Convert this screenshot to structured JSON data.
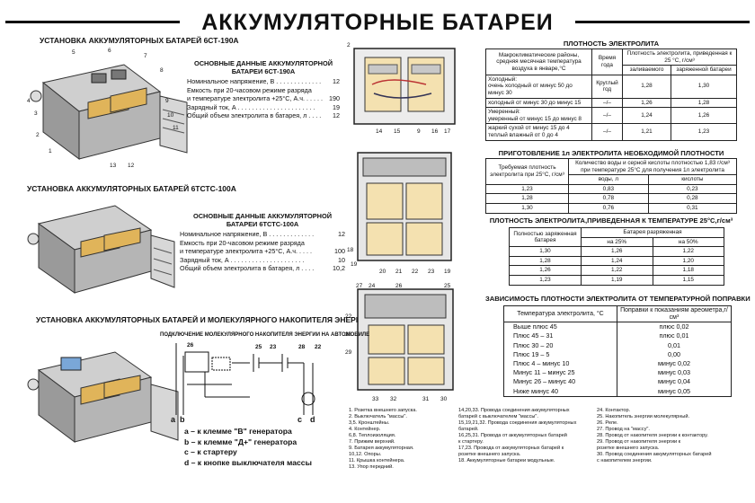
{
  "title": "АККУМУЛЯТОРНЫЕ БАТАРЕИ",
  "sections": {
    "s1": "УСТАНОВКА АККУМУЛЯТОРНЫХ БАТАРЕЙ  6СТ-190А",
    "s2": "УСТАНОВКА АККУМУЛЯТОРНЫХ БАТАРЕЙ 6ТСТС-100А",
    "s3": "УСТАНОВКА АККУМУЛЯТОРНЫХ БАТАРЕЙ И МОЛЕКУЛЯРНОГО НАКОПИТЕЛЯ ЭНЕРГИИ"
  },
  "spec1": {
    "head1": "ОСНОВНЫЕ ДАННЫЕ АККУМУЛЯТОРНОЙ",
    "head2": "БАТАРЕИ 6СТ-190А",
    "rows": [
      {
        "label": "Номинальное напряжение, В . . . . . . . . . . . . .",
        "value": "12"
      },
      {
        "label": "Емкость при 20-часовом режиме разряда",
        "value": ""
      },
      {
        "label": "и температуре электролита +25°С, А.ч. . . . . .",
        "value": "190"
      },
      {
        "label": "Зарядный ток, А . . . . . . . . . . . . . . . . . . . . . .",
        "value": "19"
      },
      {
        "label": "Общий объем электролита в батарея, л . . . .",
        "value": "12"
      }
    ]
  },
  "spec2": {
    "head1": "ОСНОВНЫЕ ДАННЫЕ АККУМУЛЯТОРНОЙ",
    "head2": "БАТАРЕИ 6ТСТС-100А",
    "rows": [
      {
        "label": "Номинальное напряжение, В . . . . . . . . . . . . .",
        "value": "12"
      },
      {
        "label": "Емкость при 20-часовом режиме разряда",
        "value": ""
      },
      {
        "label": "и температуре электролита +25°С, А.ч. . . . .",
        "value": "100"
      },
      {
        "label": "Зарядный ток, А . . . . . . . . . . . . . . . . . . . . .",
        "value": "10"
      },
      {
        "label": "Общий объем электролита в батарея, л . . . .",
        "value": "10,2"
      }
    ]
  },
  "density": {
    "title": "ПЛОТНОСТЬ  ЭЛЕКТРОЛИТА",
    "h_regions": "Макроклиматические районы, средняя месячная температура воздуха в январе,°С",
    "h_season": "Время года",
    "h_density": "Плотность электролита, приведенная к 25 °С, г/см³",
    "h_fill": "заливаемого",
    "h_charged": "заряженной батареи",
    "rows": [
      {
        "region": "Холодный:\nочень холодный от минус 50 до минус 30",
        "season": "Круглый год",
        "fill": "1,28",
        "charged": "1,30"
      },
      {
        "region": "холодный от минус 30 до минус 15",
        "season": "–/–",
        "fill": "1,26",
        "charged": "1,28"
      },
      {
        "region": "Умеренный:\nумеренный от минус 15 до минус 8",
        "season": "–/–",
        "fill": "1,24",
        "charged": "1,26"
      },
      {
        "region": "жаркий сухой от минус 15 до 4\nтеплый влажный от 0 до 4",
        "season": "–/–",
        "fill": "1,21",
        "charged": "1,23"
      }
    ]
  },
  "prep": {
    "title": "ПРИГОТОВЛЕНИЕ 1л ЭЛЕКТРОЛИТА НЕОБХОДИМОЙ ПЛОТНОСТИ",
    "h_req": "Требуемая плотность электролита при 25°С, г/см³",
    "h_qty": "Количество воды и серной кислоты плотностью 1,83 г/см³ при температуре  25°С для получения 1л электролита",
    "h_water": "воды, л",
    "h_acid": "кислоты",
    "rows": [
      {
        "req": "1,23",
        "water": "0,83",
        "acid": "0,23"
      },
      {
        "req": "1,28",
        "water": "0,78",
        "acid": "0,28"
      },
      {
        "req": "1,30",
        "water": "0,76",
        "acid": "0,31"
      }
    ]
  },
  "density25": {
    "title": "ПЛОТНОСТЬ ЭЛЕКТРОЛИТА,ПРИВЕДЕННАЯ К ТЕМПЕРАТУРЕ 25°С,г/см³",
    "h_full": "Полностью заряженная батарея",
    "h_disch": "Батарея разряженная",
    "h_25": "на 25%",
    "h_50": "на 50%",
    "rows": [
      {
        "full": "1,30",
        "p25": "1,26",
        "p50": "1,22"
      },
      {
        "full": "1,28",
        "p25": "1,24",
        "p50": "1,20"
      },
      {
        "full": "1,26",
        "p25": "1,22",
        "p50": "1,18"
      },
      {
        "full": "1,23",
        "p25": "1,19",
        "p50": "1,15"
      }
    ]
  },
  "tempcorr": {
    "title": "ЗАВИСИМОСТЬ ПЛОТНОСТИ ЭЛЕКТРОЛИТА ОТ ТЕМПЕРАТУРНОЙ ПОПРАВКИ",
    "h_temp": "Температура электролита, °С",
    "h_corr": "Поправки к показаниям ареометра,г/см³",
    "rows": [
      {
        "temp": "Выше плюс  45",
        "corr": "плюс  0,02"
      },
      {
        "temp": "Плюс  45 – 31",
        "corr": "плюс  0,01"
      },
      {
        "temp": "Плюс  30 – 20",
        "corr": "0,01"
      },
      {
        "temp": "Плюс  19 – 5",
        "corr": "0,00"
      },
      {
        "temp": "Плюс  4  –  минус  10",
        "corr": "минус  0,02"
      },
      {
        "temp": "Минус  11  –  минус  25",
        "corr": "минус  0,03"
      },
      {
        "temp": "Минус  26  –  минус  40",
        "corr": "минус  0,04"
      },
      {
        "temp": "Ниже минус  40",
        "corr": "минус  0,05"
      }
    ]
  },
  "wiring": {
    "title": "ПОДКЛЮЧЕНИЕ МОЛЕКУЛЯРНОГО НАКОПИТЕЛЯ ЭНЕРГИИ НА АВТОМОБИЛЕ",
    "a": "a",
    "b": "b",
    "c": "c",
    "d": "d",
    "n1": "26",
    "n2": "25",
    "n3": "23",
    "n4": "28",
    "n5": "22"
  },
  "legend": [
    "a – к клемме \"В\" генератора",
    "b – к клемме \"Д+\" генератора",
    "c – к стартеру",
    "d – к кнопке выключателя массы"
  ],
  "parts_col1": [
    "1. Розетка внешнего запуска.",
    "2. Выключатель \"массы\".",
    "3,5. Кронштейны.",
    "4. Контейнер.",
    "6,8. Теплоизоляция.",
    "7. Прижим верхний.",
    "9. Батарея аккумуляторная.",
    "10,12. Опоры.",
    "11. Крышка контейнера.",
    "13. Упор передний."
  ],
  "parts_col2": [
    "14,20,33. Провода соединения аккумуляторных",
    "      батарей с выключателем \"массы\".",
    "15,19,21,32. Провода соединения аккумуляторных",
    "      батарей.",
    "16,25,31. Провода от аккумуляторных батарей",
    "      к стартеру.",
    "17,23. Провода от аккумуляторных батарей к",
    "      розетке внешнего запуска.",
    "18. Аккумуляторные батареи модульные."
  ],
  "parts_col3": [
    "24. Контактор.",
    "25. Накопитель энергии молекулярный.",
    "26. Реле.",
    "27. Провод на \"массу\".",
    "28. Провод от накопителя энергии к контактору.",
    "29. Провод от накопителя энергии к",
    "      розетке внешнего запуска.",
    "30. Провод соединения аккумуляторных батарей",
    "      с накопителем энергии."
  ],
  "callouts": {
    "a1": [
      "5",
      "6",
      "7",
      "8",
      "9",
      "10",
      "11",
      "12",
      "13",
      "4",
      "3",
      "2",
      "1"
    ],
    "b1": [
      "2",
      "14",
      "15",
      "9",
      "16",
      "17"
    ],
    "b2": [
      "18",
      "19",
      "20",
      "21",
      "22",
      "23",
      "19"
    ],
    "b3": [
      "27",
      "24",
      "26",
      "25",
      "22",
      "28",
      "29",
      "33",
      "32",
      "31",
      "30"
    ]
  }
}
